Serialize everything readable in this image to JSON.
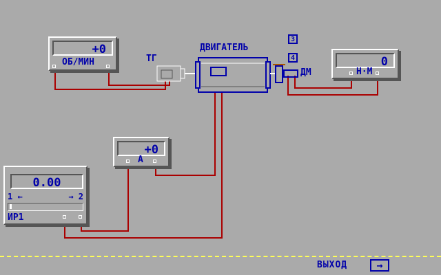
{
  "meters": {
    "speed": {
      "value": "+0",
      "unit": "ОБ/МИН"
    },
    "current": {
      "value": "+0",
      "unit": "А"
    },
    "torque": {
      "value": "0",
      "unit": "Н·М"
    }
  },
  "controller": {
    "value": "0.00",
    "left_mark": "1 ←",
    "right_mark": "→ 2",
    "name": "ИР1"
  },
  "labels": {
    "tacho": "ТГ",
    "motor": "ДВИГАТЕЛЬ",
    "brake": "ДМ",
    "load_a": "3",
    "load_b": "4"
  },
  "exit": {
    "label": "ВЫХОД",
    "icon": "arrow-right-icon",
    "glyph": "→"
  },
  "colors": {
    "wire": "#aa0000",
    "accent": "#0000aa",
    "dash": "#ffff55"
  }
}
